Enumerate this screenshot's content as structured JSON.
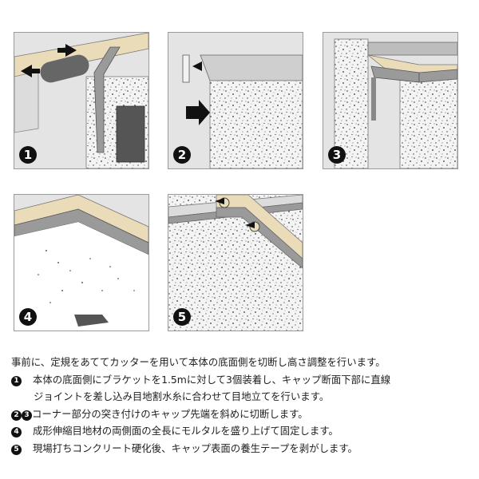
{
  "steps": [
    {
      "num": "1"
    },
    {
      "num": "2"
    },
    {
      "num": "3"
    },
    {
      "num": "4"
    },
    {
      "num": "5"
    }
  ],
  "instructions": {
    "intro": "事前に、定規をあててカッターを用いて本体の底面側を切断し高さ調整を行います。",
    "step1_marker": "1",
    "step1_line1": "本体の底面側にブラケットを1.5mに対して3個装着し、キャップ断面下部に直線",
    "step1_line2": "ジョイントを差し込み目地割水糸に合わせて目地立てを行います。",
    "step23_marker_a": "2",
    "step23_marker_b": "3",
    "step23_text": "コーナー部分の突き付けのキャップ先端を斜めに切断します。",
    "step4_marker": "4",
    "step4_text": "成形伸縮目地材の両側面の全長にモルタルを盛り上げて固定します。",
    "step5_marker": "5",
    "step5_text": "現場打ちコンクリート硬化後、キャップ表面の養生テープを剥がします。"
  },
  "colors": {
    "panel_bg": "#e4e4e4",
    "tan": "#eadcb8",
    "gray": "#9a9a9a",
    "dark": "#4a4a4a",
    "speckle_bg": "#f4f4f4"
  }
}
